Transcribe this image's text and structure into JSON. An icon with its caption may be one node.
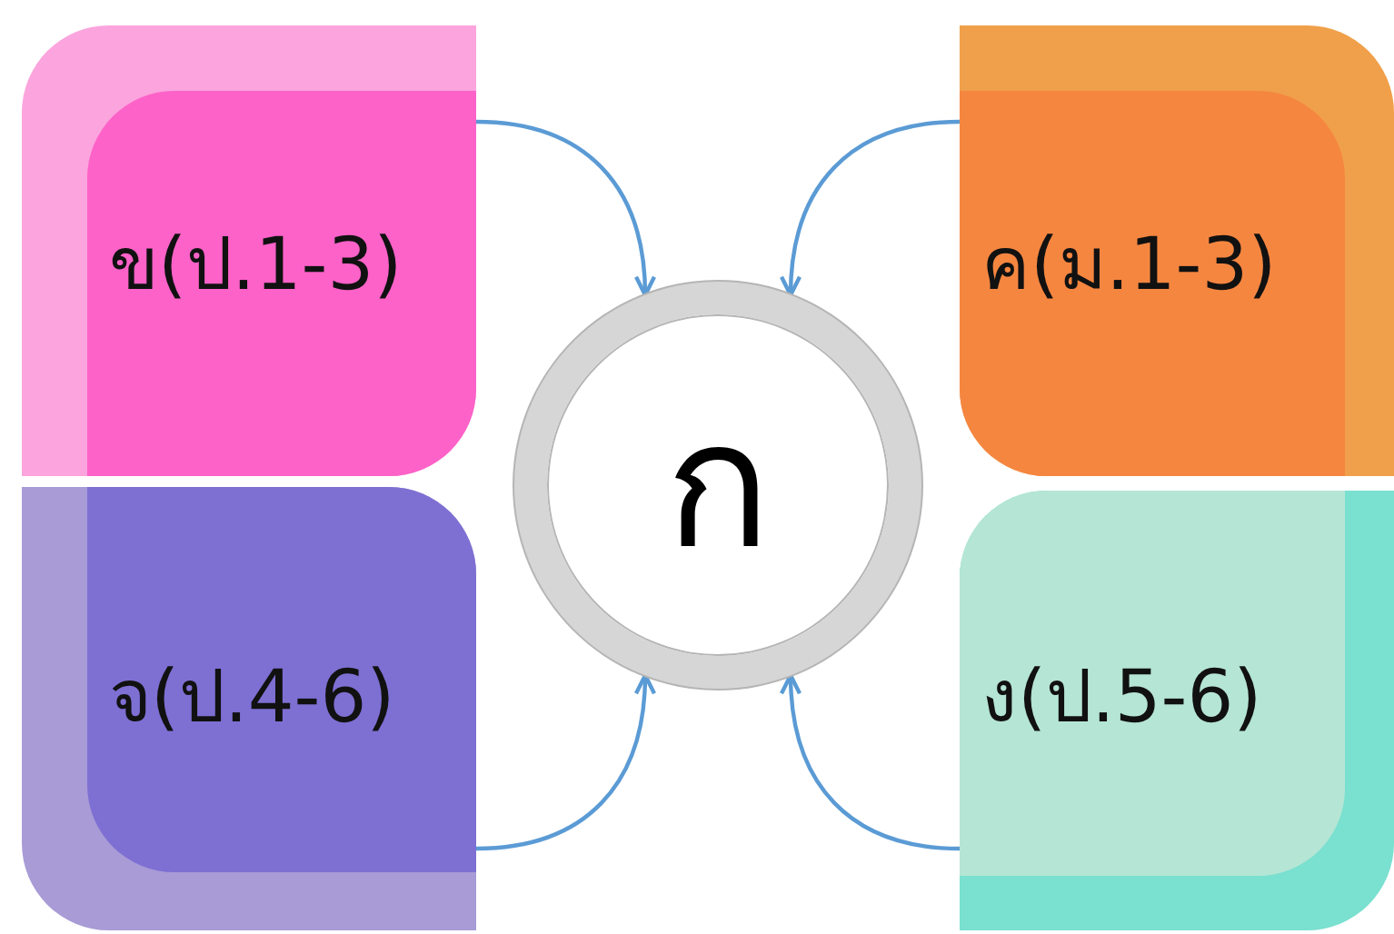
{
  "diagram": {
    "nodes": [
      {
        "text": [
          "ข(ป.1-3)"
        ]
      },
      {
        "text": [
          "ค(ม.1-3)"
        ]
      },
      {
        "text": [
          "ก"
        ]
      },
      {
        "text": [
          "จ(ป.4-6)"
        ]
      },
      {
        "text": [
          "ง(ป.5-6)"
        ]
      }
    ],
    "edges": [
      {
        "from": 0,
        "to": 2,
        "arrow": "to"
      },
      {
        "from": 1,
        "to": 2,
        "arrow": "to"
      },
      {
        "from": 3,
        "to": 2,
        "arrow": "to"
      },
      {
        "from": 4,
        "to": 2,
        "arrow": "to"
      }
    ]
  }
}
